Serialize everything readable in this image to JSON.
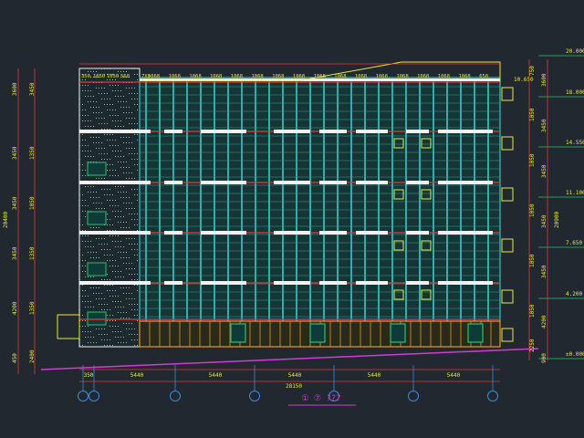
{
  "colors": {
    "background": "#212830",
    "cyan": "#3fe0e0",
    "yellow": "#e8e83a",
    "red": "#e23a3a",
    "green": "#29c26b",
    "magenta": "#d23bd2",
    "white": "#f2f2f2",
    "orange": "#e09a2a",
    "blue": "#3a8ae0",
    "dark_panel": "#0f3a3a"
  },
  "top_dims": [
    "350",
    "1050",
    "1050",
    "560",
    "7X0",
    "1068",
    "1068",
    "1068",
    "1068",
    "1068",
    "1068",
    "1068",
    "1068",
    "1068",
    "1068",
    "1068",
    "1068",
    "1068",
    "1068",
    "1068",
    "1068",
    "650"
  ],
  "left_dims_outer": [
    "3600",
    "3450",
    "3450",
    "3450",
    "4200",
    "450"
  ],
  "left_dims_inner": [
    "3450",
    "1350",
    "1050",
    "1350",
    "1350",
    "2400"
  ],
  "left_total": "20400",
  "right_elevations": [
    "20.000",
    "18.000",
    "14.550",
    "11.100",
    "7.650",
    "4.200",
    "±0.000"
  ],
  "right_dims": [
    "3600",
    "3450",
    "3450",
    "3450",
    "3450",
    "4200",
    "900"
  ],
  "right_inner_dims": [
    "750",
    "1050",
    "1050",
    "1050",
    "1050",
    "1050",
    "2250"
  ],
  "right_total": "20900",
  "marker_elevation": "10.650",
  "bottom_dims": [
    "350",
    "5440",
    "5440",
    "5440",
    "5440",
    "5440"
  ],
  "bottom_total": "28150",
  "axis_caption": "① ⑦  ???"
}
